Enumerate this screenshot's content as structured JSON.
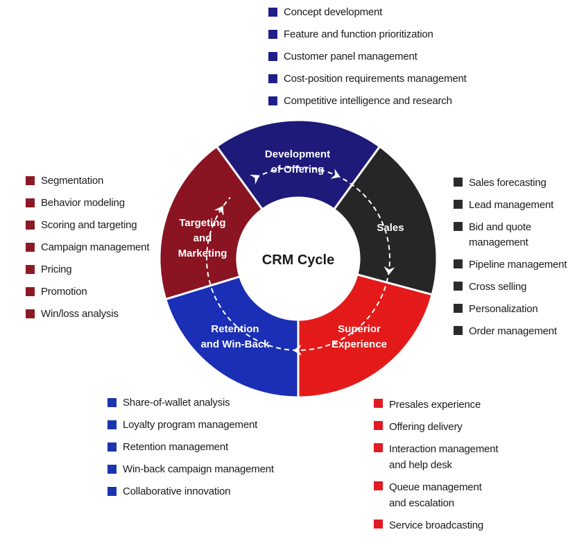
{
  "center": {
    "label": "CRM Cycle"
  },
  "colors": {
    "development": "#1e1a7a",
    "sales": "#262626",
    "experience": "#e41a1a",
    "retention": "#1a2fb5",
    "targeting": "#8a1422",
    "development_bullet": "#1f1f8a",
    "sales_bullet": "#2b2b2b",
    "experience_bullet": "#e01c22",
    "retention_bullet": "#1b34b0",
    "targeting_bullet": "#8c1a26"
  },
  "segments": {
    "development": {
      "line1": "Development",
      "line2": "of Offering"
    },
    "sales": {
      "line1": "Sales"
    },
    "experience": {
      "line1": "Superior",
      "line2": "Experience"
    },
    "retention": {
      "line1": "Retention",
      "line2": "and Win-Back"
    },
    "targeting": {
      "line1": "Targeting",
      "line2": "and",
      "line3": "Marketing"
    }
  },
  "lists": {
    "development": [
      "Concept development",
      "Feature and function prioritization",
      "Customer panel management",
      "Cost-position requirements management",
      "Competitive intelligence and research"
    ],
    "targeting": [
      "Segmentation",
      "Behavior modeling",
      "Scoring and targeting",
      "Campaign management",
      "Pricing",
      "Promotion",
      "Win/loss analysis"
    ],
    "sales": [
      "Sales forecasting",
      "Lead management",
      "Bid and quote\nmanagement",
      "Pipeline management",
      "Cross selling",
      "Personalization",
      "Order management"
    ],
    "retention": [
      "Share-of-wallet analysis",
      "Loyalty program management",
      "Retention management",
      "Win-back campaign management",
      "Collaborative innovation"
    ],
    "experience": [
      "Presales experience",
      "Offering delivery",
      "Interaction management\nand help desk",
      "Queue management\nand escalation",
      "Service broadcasting"
    ]
  }
}
